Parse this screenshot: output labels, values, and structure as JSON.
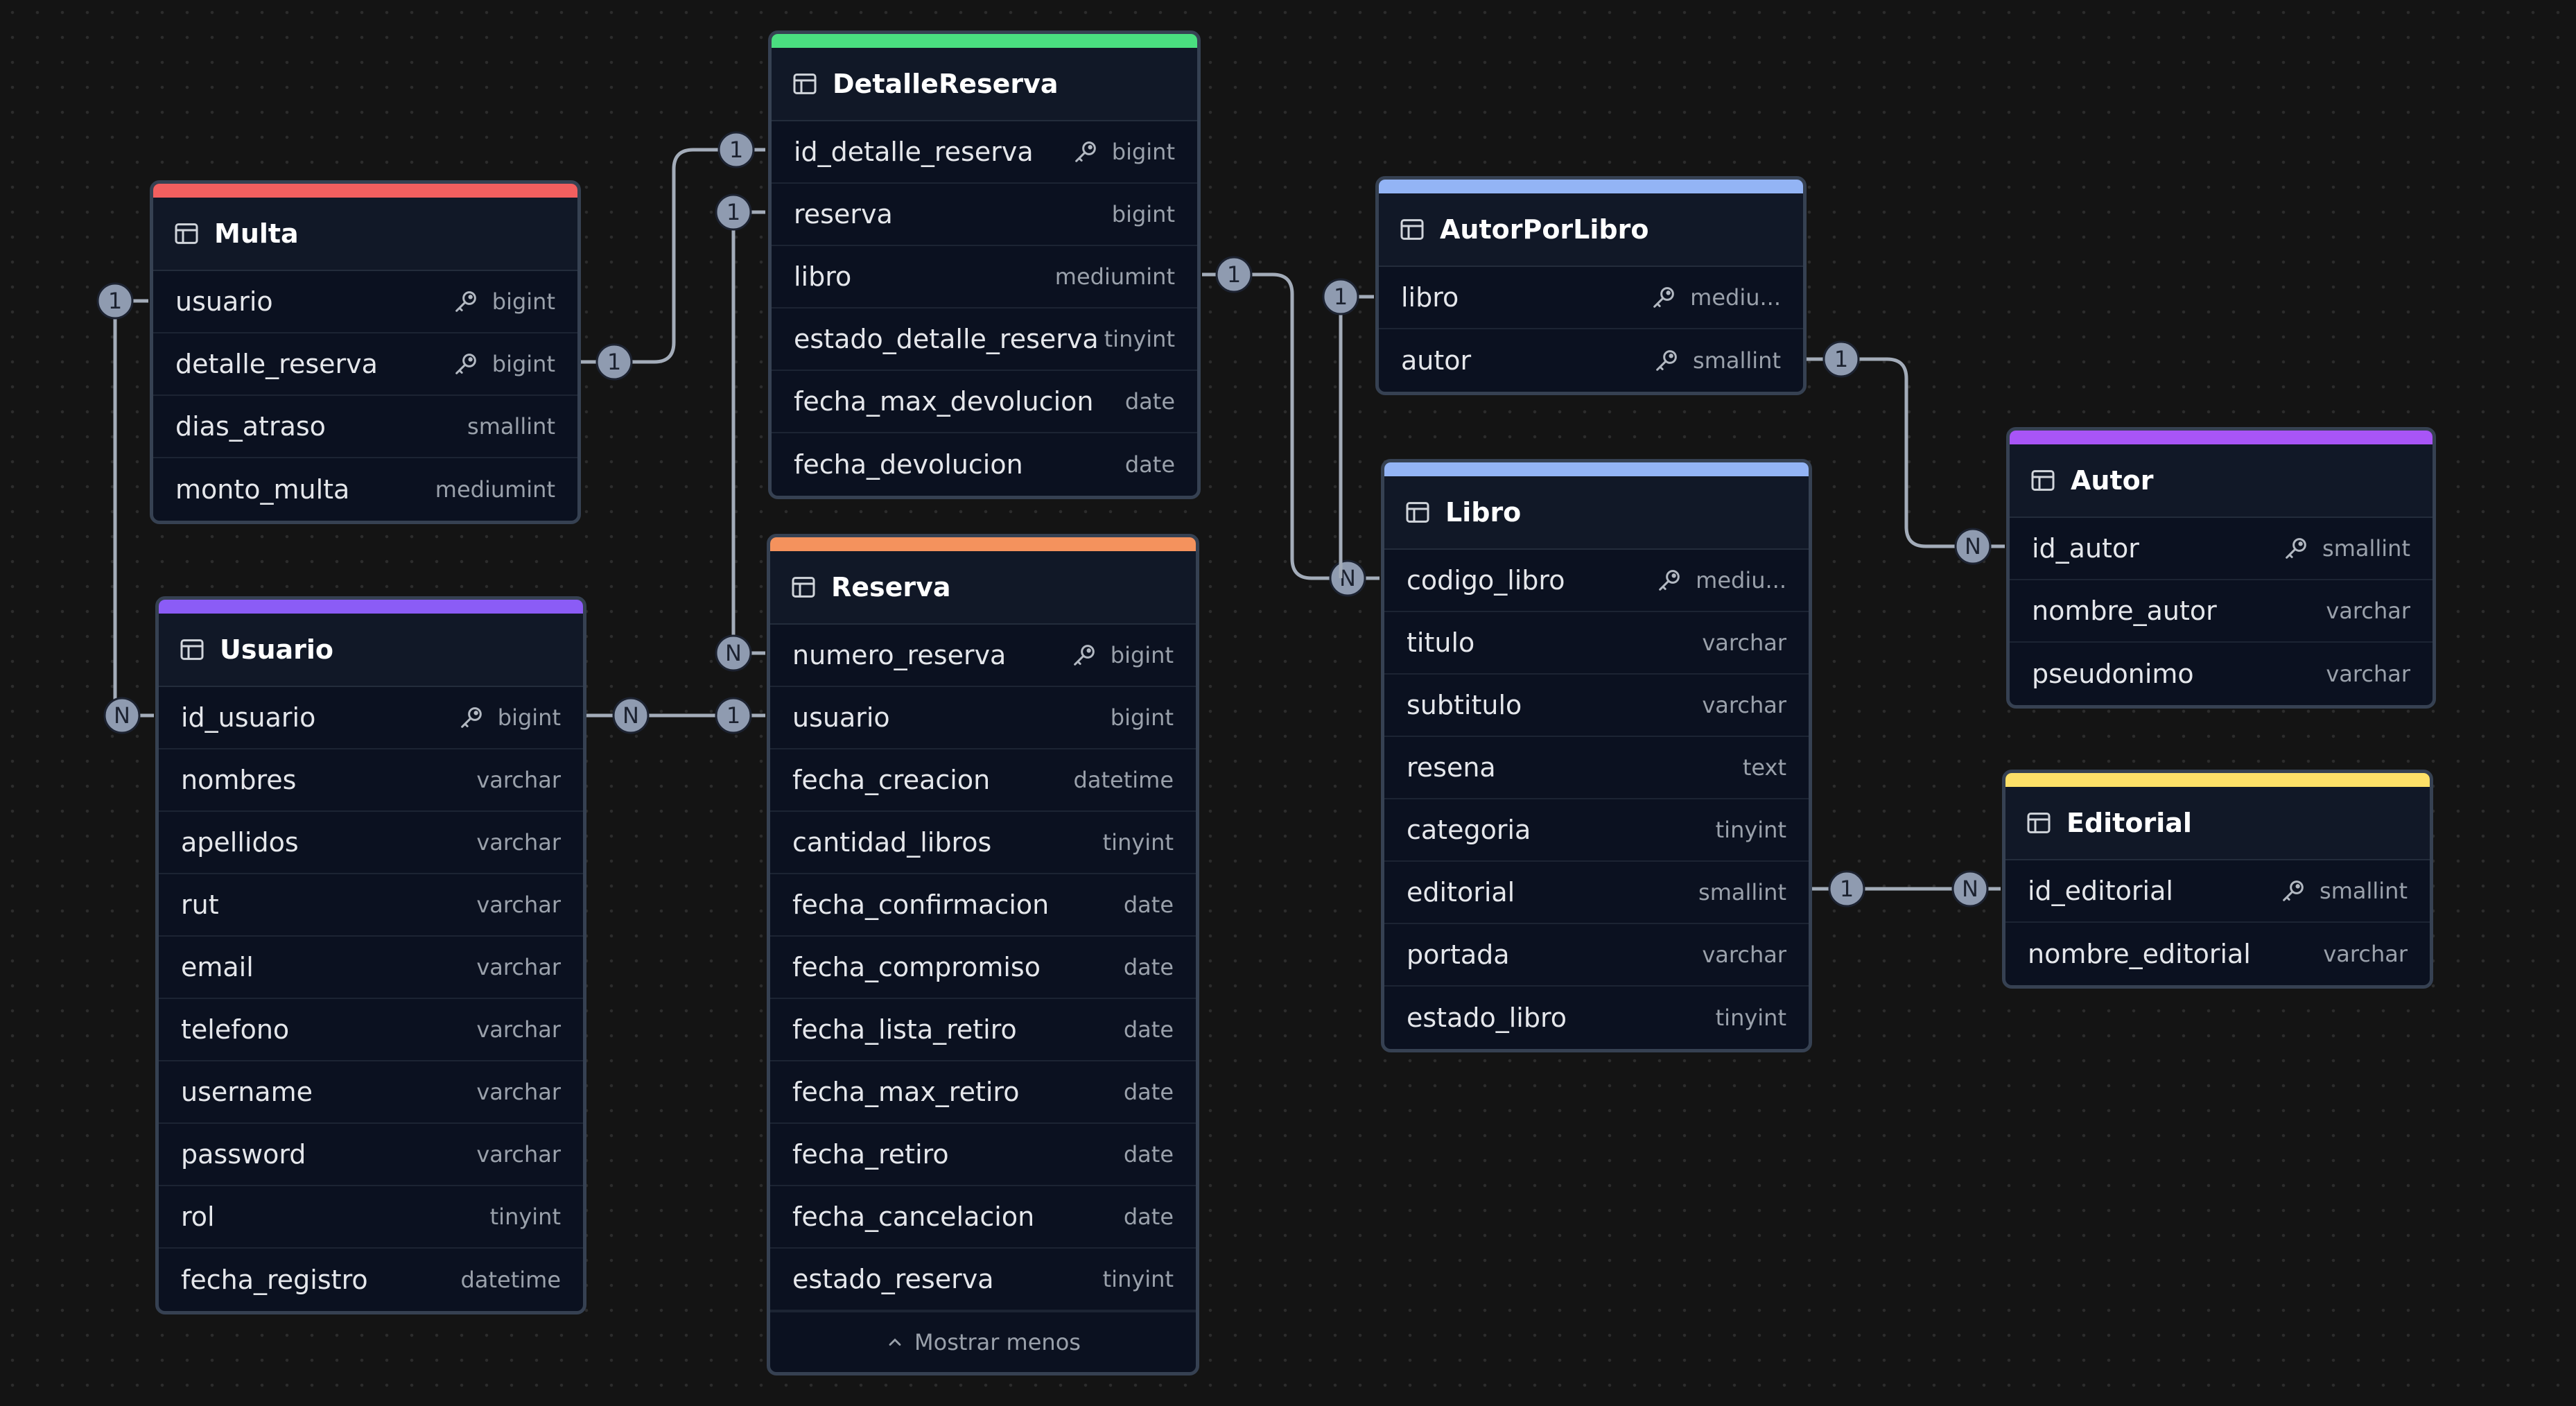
{
  "colors": {
    "Multa": "#f25f5f",
    "DetalleReserva": "#4ade80",
    "Usuario": "#8b5cf6",
    "Reserva": "#f4925d",
    "AutorPorLibro": "#93b4f5",
    "Libro": "#93b4f5",
    "Autor": "#a855f7",
    "Editorial": "#fde068"
  },
  "tables": {
    "multa": {
      "name": "Multa",
      "fields": [
        {
          "name": "usuario",
          "type": "bigint",
          "key": true
        },
        {
          "name": "detalle_reserva",
          "type": "bigint",
          "key": true
        },
        {
          "name": "dias_atraso",
          "type": "smallint",
          "key": false
        },
        {
          "name": "monto_multa",
          "type": "mediumint",
          "key": false
        }
      ]
    },
    "detalle": {
      "name": "DetalleReserva",
      "fields": [
        {
          "name": "id_detalle_reserva",
          "type": "bigint",
          "key": true
        },
        {
          "name": "reserva",
          "type": "bigint",
          "key": false
        },
        {
          "name": "libro",
          "type": "mediumint",
          "key": false
        },
        {
          "name": "estado_detalle_reserva",
          "type": "tinyint",
          "key": false
        },
        {
          "name": "fecha_max_devolucion",
          "type": "date",
          "key": false
        },
        {
          "name": "fecha_devolucion",
          "type": "date",
          "key": false
        }
      ]
    },
    "usuario": {
      "name": "Usuario",
      "fields": [
        {
          "name": "id_usuario",
          "type": "bigint",
          "key": true
        },
        {
          "name": "nombres",
          "type": "varchar",
          "key": false
        },
        {
          "name": "apellidos",
          "type": "varchar",
          "key": false
        },
        {
          "name": "rut",
          "type": "varchar",
          "key": false
        },
        {
          "name": "email",
          "type": "varchar",
          "key": false
        },
        {
          "name": "telefono",
          "type": "varchar",
          "key": false
        },
        {
          "name": "username",
          "type": "varchar",
          "key": false
        },
        {
          "name": "password",
          "type": "varchar",
          "key": false
        },
        {
          "name": "rol",
          "type": "tinyint",
          "key": false
        },
        {
          "name": "fecha_registro",
          "type": "datetime",
          "key": false
        }
      ]
    },
    "reserva": {
      "name": "Reserva",
      "fields": [
        {
          "name": "numero_reserva",
          "type": "bigint",
          "key": true
        },
        {
          "name": "usuario",
          "type": "bigint",
          "key": false
        },
        {
          "name": "fecha_creacion",
          "type": "datetime",
          "key": false
        },
        {
          "name": "cantidad_libros",
          "type": "tinyint",
          "key": false
        },
        {
          "name": "fecha_confirmacion",
          "type": "date",
          "key": false
        },
        {
          "name": "fecha_compromiso",
          "type": "date",
          "key": false
        },
        {
          "name": "fecha_lista_retiro",
          "type": "date",
          "key": false
        },
        {
          "name": "fecha_max_retiro",
          "type": "date",
          "key": false
        },
        {
          "name": "fecha_retiro",
          "type": "date",
          "key": false
        },
        {
          "name": "fecha_cancelacion",
          "type": "date",
          "key": false
        },
        {
          "name": "estado_reserva",
          "type": "tinyint",
          "key": false
        }
      ],
      "show_less": "Mostrar menos"
    },
    "autorlibro": {
      "name": "AutorPorLibro",
      "fields": [
        {
          "name": "libro",
          "type": "mediu...",
          "key": true
        },
        {
          "name": "autor",
          "type": "smallint",
          "key": true
        }
      ]
    },
    "libro": {
      "name": "Libro",
      "fields": [
        {
          "name": "codigo_libro",
          "type": "mediu...",
          "key": true
        },
        {
          "name": "titulo",
          "type": "varchar",
          "key": false
        },
        {
          "name": "subtitulo",
          "type": "varchar",
          "key": false
        },
        {
          "name": "resena",
          "type": "text",
          "key": false
        },
        {
          "name": "categoria",
          "type": "tinyint",
          "key": false
        },
        {
          "name": "editorial",
          "type": "smallint",
          "key": false
        },
        {
          "name": "portada",
          "type": "varchar",
          "key": false
        },
        {
          "name": "estado_libro",
          "type": "tinyint",
          "key": false
        }
      ]
    },
    "autor": {
      "name": "Autor",
      "fields": [
        {
          "name": "id_autor",
          "type": "smallint",
          "key": true
        },
        {
          "name": "nombre_autor",
          "type": "varchar",
          "key": false
        },
        {
          "name": "pseudonimo",
          "type": "varchar",
          "key": false
        }
      ]
    },
    "editorial": {
      "name": "Editorial",
      "fields": [
        {
          "name": "id_editorial",
          "type": "smallint",
          "key": true
        },
        {
          "name": "nombre_editorial",
          "type": "varchar",
          "key": false
        }
      ]
    }
  },
  "relations": [
    {
      "from": "Multa.usuario",
      "from_card": "1",
      "to": "Usuario.id_usuario",
      "to_card": "N"
    },
    {
      "from": "Multa.detalle_reserva",
      "from_card": "1",
      "to": "DetalleReserva.id_detalle_reserva",
      "to_card": "1"
    },
    {
      "from": "DetalleReserva.reserva",
      "from_card": "1",
      "to": "Reserva.numero_reserva",
      "to_card": "N"
    },
    {
      "from": "Usuario.id_usuario",
      "from_card": "N",
      "to": "Reserva.usuario",
      "to_card": "1"
    },
    {
      "from": "DetalleReserva.libro",
      "from_card": "1",
      "to": "Libro.codigo_libro",
      "to_card": "N"
    },
    {
      "from": "AutorPorLibro.libro",
      "from_card": "1",
      "to": "Libro.codigo_libro",
      "to_card": "N"
    },
    {
      "from": "AutorPorLibro.autor",
      "from_card": "1",
      "to": "Autor.id_autor",
      "to_card": "N"
    },
    {
      "from": "Libro.editorial",
      "from_card": "1",
      "to": "Editorial.id_editorial",
      "to_card": "N"
    }
  ]
}
